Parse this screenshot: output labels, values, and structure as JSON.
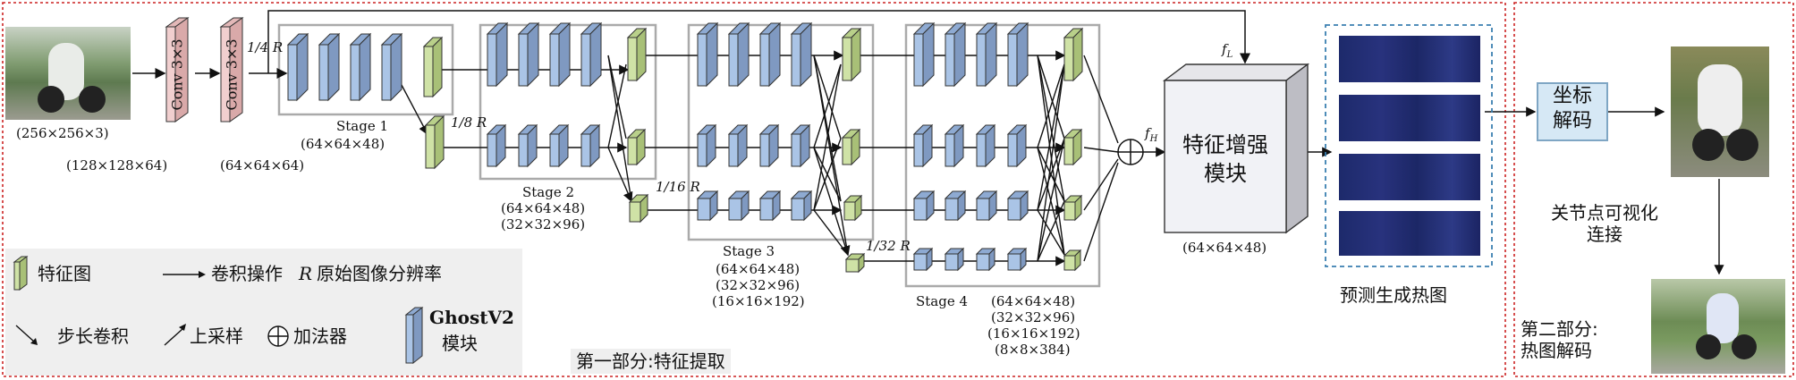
{
  "input": {
    "size_label": "(256×256×3)"
  },
  "conv1": {
    "label": "Conv 3×3",
    "size_label": "(128×128×64)"
  },
  "conv2": {
    "label": "Conv 3×3",
    "size_label": "(64×64×64)"
  },
  "scales": {
    "quarter": "1/4 R",
    "eighth": "1/8 R",
    "sixteenth": "1/16 R",
    "thirtysecond": "1/32 R"
  },
  "stages": [
    {
      "name": "Stage 1",
      "sizes": [
        "(64×64×48)"
      ]
    },
    {
      "name": "Stage 2",
      "sizes": [
        "(64×64×48)",
        "(32×32×96)"
      ]
    },
    {
      "name": "Stage 3",
      "sizes": [
        "(64×64×48)",
        "(32×32×96)",
        "(16×16×192)"
      ]
    },
    {
      "name": "Stage 4",
      "sizes": [
        "(64×64×48)",
        "(32×32×96)",
        "(16×16×192)",
        "(8×8×384)"
      ]
    }
  ],
  "fusion": {
    "fh": "f",
    "fh_sub": "H",
    "fl": "f",
    "fl_sub": "L"
  },
  "enhance_module": {
    "line1": "特征增强",
    "line2": "模块",
    "size_label": "(64×64×48)"
  },
  "heatmaps": {
    "label": "预测生成热图",
    "count": 4
  },
  "part1": {
    "label": "第一部分:特征提取"
  },
  "part2": {
    "line1": "第二部分:",
    "line2": "热图解码"
  },
  "decode": {
    "line1": "坐标",
    "line2": "解码"
  },
  "joint_vis": {
    "line1": "关节点可视化",
    "line2": "连接"
  },
  "legend": {
    "feature_map": "特征图",
    "conv_op": "卷积操作",
    "r_symbol": "R",
    "orig_res": "原始图像分辨率",
    "stride_conv": "步长卷积",
    "upsample": "上采样",
    "adder": "加法器",
    "ghost1": "GhostV2",
    "ghost2": "模块"
  },
  "colors": {
    "feature": "#cfe2a6",
    "ghost": "#aac4e6",
    "conv": "#f1cfcf",
    "frame": "#cc2222",
    "dash_blue": "#3a7fb0"
  }
}
